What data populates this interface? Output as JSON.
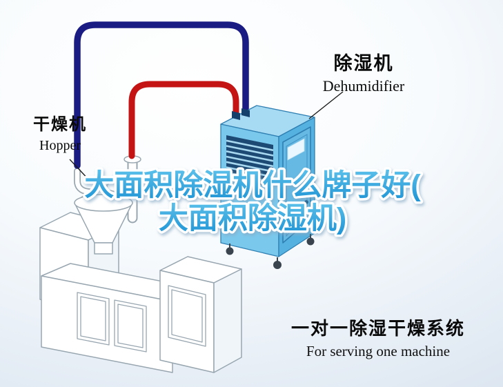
{
  "headline": {
    "line1": "大面积除湿机什么牌子好(",
    "line2": "大面积除湿机)"
  },
  "labels": {
    "dehumidifier": {
      "cn": "除湿机",
      "en": "Dehumidifier"
    },
    "hopper": {
      "cn": "干燥机",
      "en": "Hopper"
    }
  },
  "caption": {
    "cn": "一对一除湿干燥系统",
    "en": "For serving one machine"
  },
  "colors": {
    "headline_fill_top": "#5cc0ea",
    "headline_fill_bottom": "#1e93d4",
    "headline_outline": "#ffffff",
    "pipe_red": "#c41414",
    "pipe_navy": "#1b1b84",
    "machine_top": "#a7dbf3",
    "machine_front": "#7ac8ec",
    "machine_side": "#54b1e0",
    "machine_vent": "#1c4a74"
  }
}
